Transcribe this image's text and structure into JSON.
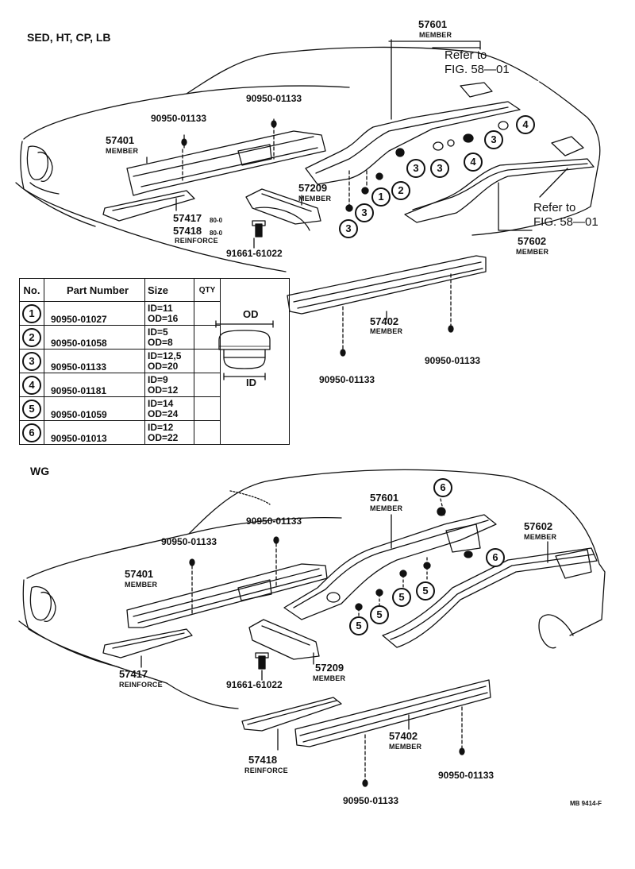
{
  "sections": {
    "top": "SED, HT, CP, LB",
    "bottom": "WG"
  },
  "top_labels": {
    "m57601": "57601",
    "m57601_sub": "MEMBER",
    "ref1_a": "Refer to",
    "ref1_b": "FIG. 58—01",
    "ref2_a": "Refer to",
    "ref2_b": "FIG. 58—01",
    "p90950_a": "90950-01133",
    "p90950_b": "90950-01133",
    "m57401": "57401",
    "m57401_sub": "MEMBER",
    "m57209": "57209",
    "m57209_sub": "MEMBER",
    "r57417": "57417",
    "r57417_note": "80-0",
    "r57418": "57418",
    "r57418_note": "80-0",
    "reinforce": "REINFORCE",
    "bolt": "91661-61022",
    "m57602": "57602",
    "m57602_sub": "MEMBER",
    "m57402": "57402",
    "m57402_sub": "MEMBER",
    "p90950_c": "90950-01133",
    "p90950_d": "90950-01133"
  },
  "table": {
    "headers": [
      "No.",
      "Part Number",
      "Size",
      "QTY"
    ],
    "rows": [
      {
        "no": "1",
        "part": "90950-01027",
        "id": "ID=11",
        "od": "OD=16"
      },
      {
        "no": "2",
        "part": "90950-01058",
        "id": "ID=5",
        "od": "OD=8"
      },
      {
        "no": "3",
        "part": "90950-01133",
        "id": "ID=12,5",
        "od": "OD=20"
      },
      {
        "no": "4",
        "part": "90950-01181",
        "id": "ID=9",
        "od": "OD=12"
      },
      {
        "no": "5",
        "part": "90950-01059",
        "id": "ID=14",
        "od": "OD=24"
      },
      {
        "no": "6",
        "part": "90950-01013",
        "id": "ID=12",
        "od": "OD=22"
      }
    ],
    "od_label": "OD",
    "id_label": "ID"
  },
  "bottom_labels": {
    "m57601": "57601",
    "m57601_sub": "MEMBER",
    "m57602": "57602",
    "m57602_sub": "MEMBER",
    "p90950_a": "90950-01133",
    "p90950_b": "90950-01133",
    "m57401": "57401",
    "m57401_sub": "MEMBER",
    "r57417": "57417",
    "r57417_sub": "REINFORCE",
    "m57209": "57209",
    "m57209_sub": "MEMBER",
    "bolt": "91661-61022",
    "r57418": "57418",
    "r57418_sub": "REINFORCE",
    "m57402": "57402",
    "m57402_sub": "MEMBER",
    "p90950_c": "90950-01133",
    "p90950_d": "90950-01133"
  },
  "callouts_top": [
    "4",
    "3",
    "3",
    "3",
    "4",
    "1",
    "2",
    "3",
    "3"
  ],
  "callouts_bottom": [
    "6",
    "6",
    "5",
    "5",
    "5",
    "5"
  ],
  "fig_code": "MB 9414-F"
}
